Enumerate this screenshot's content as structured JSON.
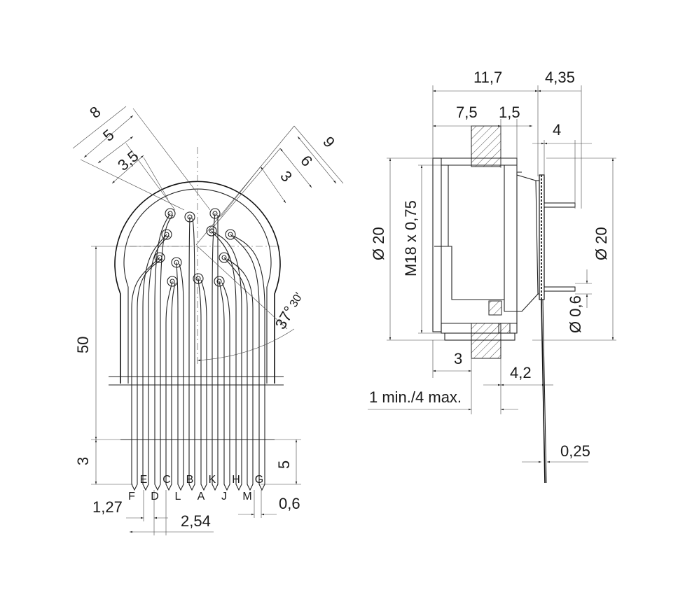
{
  "left_view": {
    "dimensions": {
      "d8": "8",
      "d5": "5",
      "d3_5": "3,5",
      "d9": "9",
      "d6": "6",
      "d3_top": "3",
      "d50": "50",
      "d3_bottom": "3",
      "d5_bottom": "5",
      "d1_27": "1,27",
      "d2_54": "2,54",
      "d0_6": "0,6",
      "angle_deg": "37°",
      "angle_min": "30′"
    },
    "pins_row1": [
      "E",
      "C",
      "B",
      "K",
      "H",
      "G"
    ],
    "pins_row2": [
      "F",
      "D",
      "L",
      "A",
      "J",
      "M"
    ]
  },
  "right_view": {
    "dimensions": {
      "d11_7": "11,7",
      "d4_35": "4,35",
      "d7_5": "7,5",
      "d1_5": "1,5",
      "d4": "4",
      "dia20_left": "Ø 20",
      "thread": "M18 x 0,75",
      "dia20_right": "Ø 20",
      "dia0_6": "Ø 0,6",
      "d3": "3",
      "d4_2": "4,2",
      "panel": "1 min./4 max.",
      "d0_25": "0,25"
    }
  }
}
